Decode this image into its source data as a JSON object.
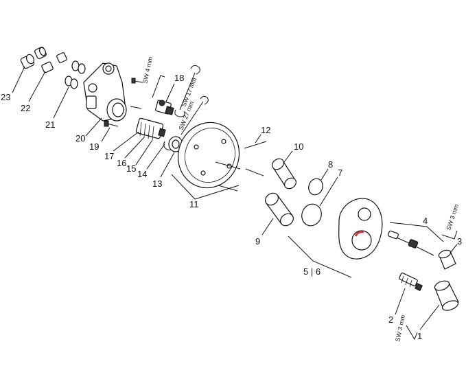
{
  "labels": {
    "p1": "1",
    "p2": "2",
    "p3": "3",
    "p4": "4",
    "p5_6": "5 | 6",
    "p7": "7",
    "p8": "8",
    "p9": "9",
    "p10": "10",
    "p11": "11",
    "p12": "12",
    "p13": "13",
    "p14": "14",
    "p15": "15",
    "p16": "16",
    "p17": "17",
    "p18": "18",
    "p19": "19",
    "p20": "20",
    "p21": "21",
    "p22": "22",
    "p23": "23"
  },
  "tools": {
    "sw4": "SW 4 mm",
    "sw17": "SW 17 mm",
    "sw27": "SW 27 mm",
    "sw3_top": "SW 3 mm",
    "sw3_bottom": "SW 3 mm"
  }
}
